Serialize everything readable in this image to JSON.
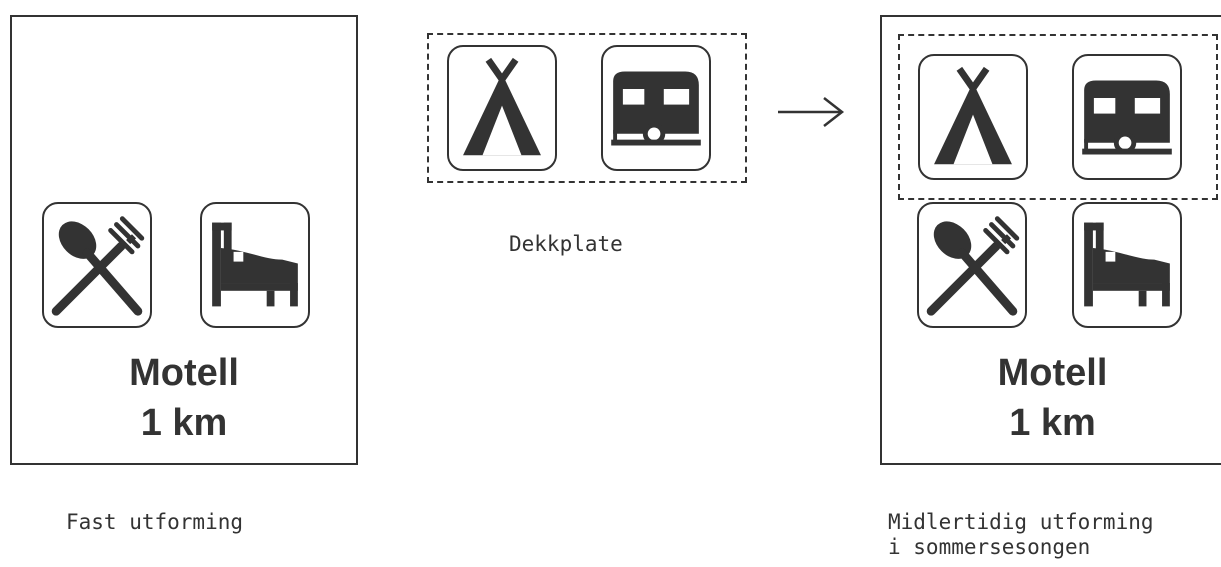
{
  "permanent_sign": {
    "place_name": "Motell",
    "distance": "1 km",
    "icons": [
      "restaurant-icon",
      "hotel-bed-icon"
    ],
    "caption": "Fast utforming"
  },
  "cover_plate": {
    "icons": [
      "camping-tent-icon",
      "caravan-icon"
    ],
    "caption": "Dekkplate"
  },
  "arrow": "→",
  "temporary_sign": {
    "place_name": "Motell",
    "distance": "1 km",
    "icons_top": [
      "camping-tent-icon",
      "caravan-icon"
    ],
    "icons_bottom": [
      "restaurant-icon",
      "hotel-bed-icon"
    ],
    "caption_line1": "Midlertidig utforming",
    "caption_line2": "i sommersesongen"
  }
}
